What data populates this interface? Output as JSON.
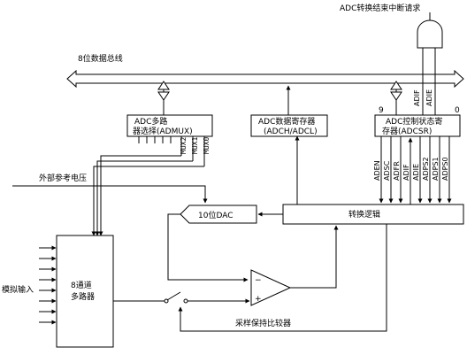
{
  "labels": {
    "interrupt_request": "ADC转换结束中断请求",
    "data_bus": "8位数据总线",
    "adif_bus": "ADIF",
    "adie_bus": "ADIE",
    "bit9": "9",
    "bit0": "0",
    "adc_mux_reg_line1": "ADC多路",
    "adc_mux_reg_line2": "器选择(ADMUX)",
    "adc_data_reg_line1": "ADC数据寄存器",
    "adc_data_reg_line2": "(ADCH/ADCL)",
    "adc_ctrl_reg_line1": "ADC控制状态寄",
    "adc_ctrl_reg_line2": "存器(ADCSR)",
    "ext_ref": "外部参考电压",
    "dac": "10位DAC",
    "conv_logic": "转换逻辑",
    "mux8_line1": "8通道",
    "mux8_line2": "多路器",
    "analog_in": "模拟输入",
    "sample_hold": "采样保持比较器",
    "minus": "−",
    "plus": "+"
  },
  "mux_bits": [
    "MUX2",
    "MUX1",
    "MUX0"
  ],
  "ctrl_bits": [
    "ADEN",
    "ADSC",
    "ADFR",
    "ADIF",
    "ADIE",
    "ADPS2",
    "ADPS1",
    "ADPS0"
  ]
}
